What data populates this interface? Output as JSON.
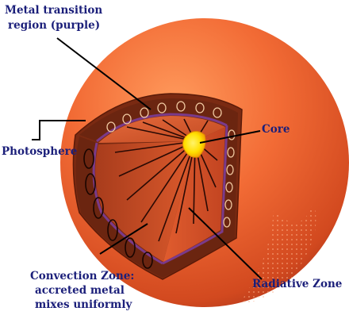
{
  "labels": {
    "metal_transition_line1": "Metal transition",
    "metal_transition_line2": "region (purple)",
    "photosphere": "Photosphere",
    "core": "Core",
    "convection_line1": "Convection Zone:",
    "convection_line2": "accreted metal",
    "convection_line3": "mixes uniformly",
    "radiative": "Radiative Zone"
  },
  "colors": {
    "label_text": "#1b1f7a",
    "sphere_light": "#ff8a4c",
    "sphere_mid": "#f06a36",
    "sphere_dark": "#b33a1a",
    "convection_band": "#6b2510",
    "metal_region": "#7a3a8a",
    "core_yellow": "#ffe600",
    "core_orange": "#f6a400",
    "radiative_fill": "#d8542a"
  }
}
